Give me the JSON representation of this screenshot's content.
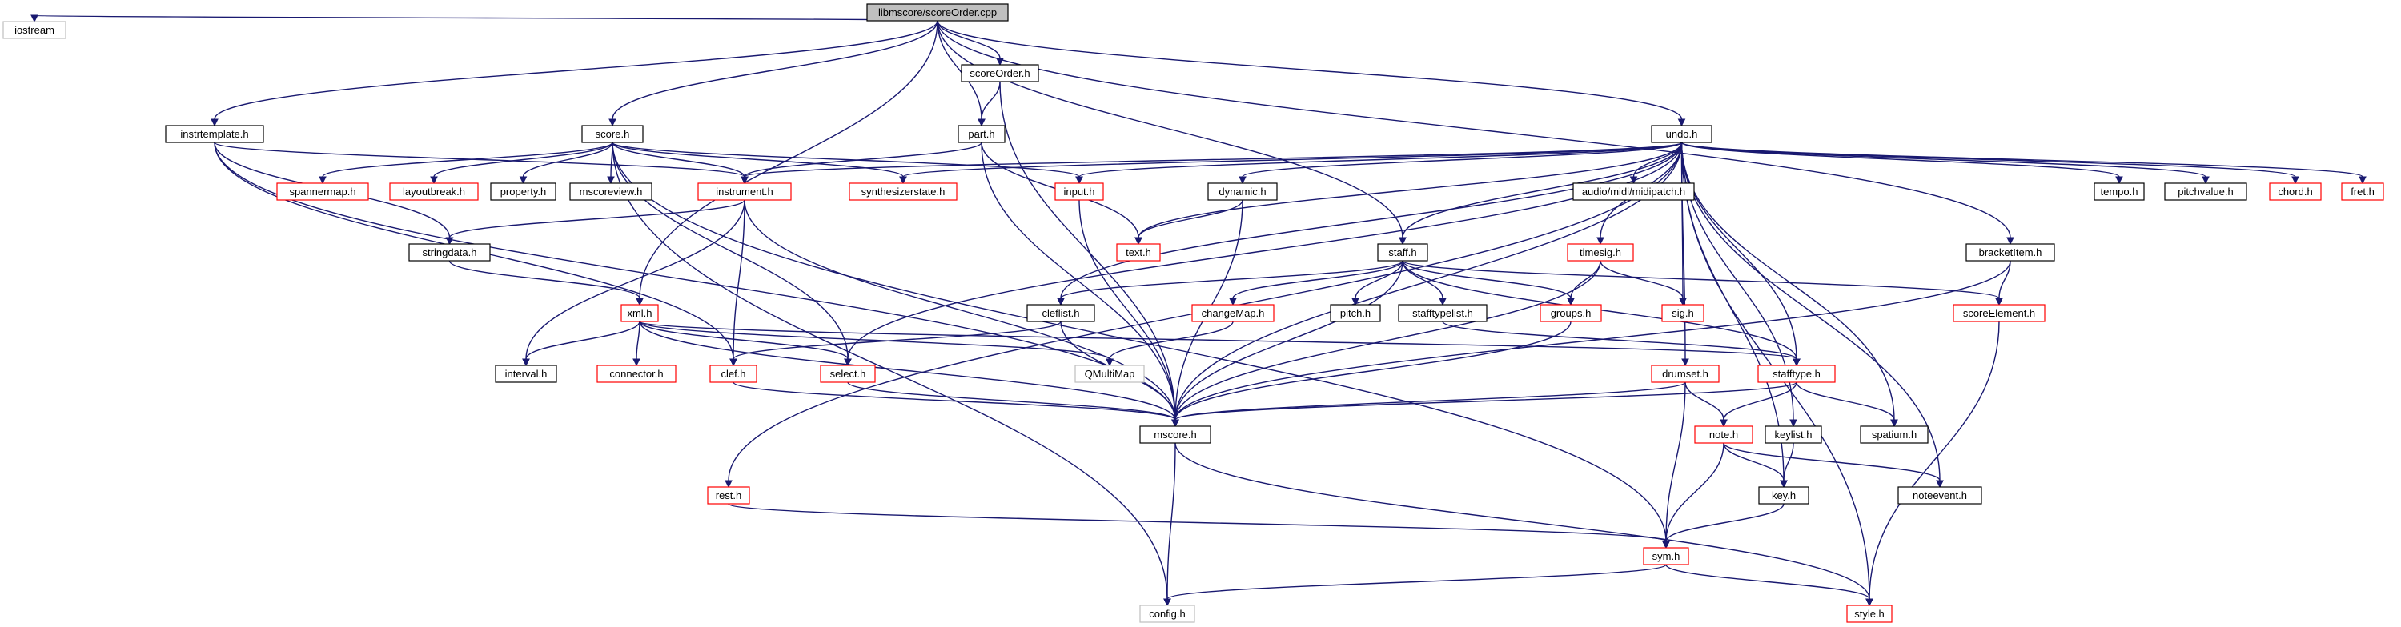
{
  "graph": {
    "nodes": [
      {
        "id": "root",
        "label": "libmscore/scoreOrder.cpp",
        "style": "root"
      },
      {
        "id": "iostream",
        "label": "iostream",
        "style": "gray"
      },
      {
        "id": "scoreOrder_h",
        "label": "scoreOrder.h",
        "style": "black"
      },
      {
        "id": "instrtemplate_h",
        "label": "instrtemplate.h",
        "style": "black"
      },
      {
        "id": "score_h",
        "label": "score.h",
        "style": "black"
      },
      {
        "id": "part_h",
        "label": "part.h",
        "style": "black"
      },
      {
        "id": "undo_h",
        "label": "undo.h",
        "style": "black"
      },
      {
        "id": "spannermap_h",
        "label": "spannermap.h",
        "style": "red"
      },
      {
        "id": "layoutbreak_h",
        "label": "layoutbreak.h",
        "style": "red"
      },
      {
        "id": "property_h",
        "label": "property.h",
        "style": "black"
      },
      {
        "id": "mscoreview_h",
        "label": "mscoreview.h",
        "style": "black"
      },
      {
        "id": "instrument_h",
        "label": "instrument.h",
        "style": "red"
      },
      {
        "id": "synthesizerstate_h",
        "label": "synthesizerstate.h",
        "style": "red"
      },
      {
        "id": "input_h",
        "label": "input.h",
        "style": "red"
      },
      {
        "id": "dynamic_h",
        "label": "dynamic.h",
        "style": "black"
      },
      {
        "id": "midipatch_h",
        "label": "audio/midi/midipatch.h",
        "style": "black"
      },
      {
        "id": "tempo_h",
        "label": "tempo.h",
        "style": "black"
      },
      {
        "id": "pitchvalue_h",
        "label": "pitchvalue.h",
        "style": "black"
      },
      {
        "id": "chord_h",
        "label": "chord.h",
        "style": "red"
      },
      {
        "id": "fret_h",
        "label": "fret.h",
        "style": "red"
      },
      {
        "id": "stringdata_h",
        "label": "stringdata.h",
        "style": "black"
      },
      {
        "id": "text_h",
        "label": "text.h",
        "style": "red"
      },
      {
        "id": "staff_h",
        "label": "staff.h",
        "style": "black"
      },
      {
        "id": "timesig_h",
        "label": "timesig.h",
        "style": "red"
      },
      {
        "id": "bracketitem_h",
        "label": "bracketItem.h",
        "style": "black"
      },
      {
        "id": "xml_h",
        "label": "xml.h",
        "style": "red"
      },
      {
        "id": "cleflist_h",
        "label": "cleflist.h",
        "style": "black"
      },
      {
        "id": "changemap_h",
        "label": "changeMap.h",
        "style": "red"
      },
      {
        "id": "pitch_h",
        "label": "pitch.h",
        "style": "black"
      },
      {
        "id": "stafftypelist_h",
        "label": "stafftypelist.h",
        "style": "black"
      },
      {
        "id": "groups_h",
        "label": "groups.h",
        "style": "red"
      },
      {
        "id": "sig_h",
        "label": "sig.h",
        "style": "red"
      },
      {
        "id": "scoreelement_h",
        "label": "scoreElement.h",
        "style": "red"
      },
      {
        "id": "interval_h",
        "label": "interval.h",
        "style": "black"
      },
      {
        "id": "connector_h",
        "label": "connector.h",
        "style": "red"
      },
      {
        "id": "clef_h",
        "label": "clef.h",
        "style": "red"
      },
      {
        "id": "select_h",
        "label": "select.h",
        "style": "red"
      },
      {
        "id": "qmultimap",
        "label": "QMultiMap",
        "style": "gray"
      },
      {
        "id": "drumset_h",
        "label": "drumset.h",
        "style": "red"
      },
      {
        "id": "stafftype_h",
        "label": "stafftype.h",
        "style": "red"
      },
      {
        "id": "mscore_h",
        "label": "mscore.h",
        "style": "black"
      },
      {
        "id": "note_h",
        "label": "note.h",
        "style": "red"
      },
      {
        "id": "keylist_h",
        "label": "keylist.h",
        "style": "black"
      },
      {
        "id": "spatium_h",
        "label": "spatium.h",
        "style": "black"
      },
      {
        "id": "rest_h",
        "label": "rest.h",
        "style": "red"
      },
      {
        "id": "key_h",
        "label": "key.h",
        "style": "black"
      },
      {
        "id": "noteevent_h",
        "label": "noteevent.h",
        "style": "black"
      },
      {
        "id": "sym_h",
        "label": "sym.h",
        "style": "red"
      },
      {
        "id": "config_h",
        "label": "config.h",
        "style": "gray"
      },
      {
        "id": "style_h",
        "label": "style.h",
        "style": "red"
      }
    ],
    "edges": [
      [
        "root",
        "iostream"
      ],
      [
        "root",
        "scoreOrder_h"
      ],
      [
        "root",
        "instrtemplate_h"
      ],
      [
        "root",
        "score_h"
      ],
      [
        "root",
        "part_h"
      ],
      [
        "root",
        "undo_h"
      ],
      [
        "root",
        "xml_h"
      ],
      [
        "root",
        "staff_h"
      ],
      [
        "root",
        "bracketitem_h"
      ],
      [
        "scoreOrder_h",
        "part_h"
      ],
      [
        "scoreOrder_h",
        "mscore_h"
      ],
      [
        "instrtemplate_h",
        "instrument_h"
      ],
      [
        "instrtemplate_h",
        "stringdata_h"
      ],
      [
        "instrtemplate_h",
        "clef_h"
      ],
      [
        "instrtemplate_h",
        "mscore_h"
      ],
      [
        "score_h",
        "spannermap_h"
      ],
      [
        "score_h",
        "layoutbreak_h"
      ],
      [
        "score_h",
        "property_h"
      ],
      [
        "score_h",
        "mscoreview_h"
      ],
      [
        "score_h",
        "instrument_h"
      ],
      [
        "score_h",
        "synthesizerstate_h"
      ],
      [
        "score_h",
        "input_h"
      ],
      [
        "score_h",
        "select_h"
      ],
      [
        "score_h",
        "sym_h"
      ],
      [
        "score_h",
        "config_h"
      ],
      [
        "part_h",
        "instrument_h"
      ],
      [
        "part_h",
        "text_h"
      ],
      [
        "part_h",
        "mscore_h"
      ],
      [
        "undo_h",
        "instrument_h"
      ],
      [
        "undo_h",
        "synthesizerstate_h"
      ],
      [
        "undo_h",
        "input_h"
      ],
      [
        "undo_h",
        "dynamic_h"
      ],
      [
        "undo_h",
        "midipatch_h"
      ],
      [
        "undo_h",
        "tempo_h"
      ],
      [
        "undo_h",
        "pitchvalue_h"
      ],
      [
        "undo_h",
        "chord_h"
      ],
      [
        "undo_h",
        "fret_h"
      ],
      [
        "undo_h",
        "text_h"
      ],
      [
        "undo_h",
        "staff_h"
      ],
      [
        "undo_h",
        "timesig_h"
      ],
      [
        "undo_h",
        "sig_h"
      ],
      [
        "undo_h",
        "cleflist_h"
      ],
      [
        "undo_h",
        "select_h"
      ],
      [
        "undo_h",
        "mscore_h"
      ],
      [
        "undo_h",
        "drumset_h"
      ],
      [
        "undo_h",
        "stafftype_h"
      ],
      [
        "undo_h",
        "keylist_h"
      ],
      [
        "undo_h",
        "spatium_h"
      ],
      [
        "undo_h",
        "key_h"
      ],
      [
        "undo_h",
        "noteevent_h"
      ],
      [
        "undo_h",
        "style_h"
      ],
      [
        "undo_h",
        "rest_h"
      ],
      [
        "instrument_h",
        "stringdata_h"
      ],
      [
        "instrument_h",
        "interval_h"
      ],
      [
        "instrument_h",
        "clef_h"
      ],
      [
        "instrument_h",
        "mscore_h"
      ],
      [
        "input_h",
        "mscore_h"
      ],
      [
        "dynamic_h",
        "text_h"
      ],
      [
        "dynamic_h",
        "mscore_h"
      ],
      [
        "stringdata_h",
        "xml_h"
      ],
      [
        "staff_h",
        "cleflist_h"
      ],
      [
        "staff_h",
        "changemap_h"
      ],
      [
        "staff_h",
        "pitch_h"
      ],
      [
        "staff_h",
        "stafftypelist_h"
      ],
      [
        "staff_h",
        "groups_h"
      ],
      [
        "staff_h",
        "scoreelement_h"
      ],
      [
        "staff_h",
        "mscore_h"
      ],
      [
        "staff_h",
        "stafftype_h"
      ],
      [
        "timesig_h",
        "groups_h"
      ],
      [
        "timesig_h",
        "sig_h"
      ],
      [
        "timesig_h",
        "mscore_h"
      ],
      [
        "bracketitem_h",
        "scoreelement_h"
      ],
      [
        "bracketitem_h",
        "mscore_h"
      ],
      [
        "xml_h",
        "interval_h"
      ],
      [
        "xml_h",
        "connector_h"
      ],
      [
        "xml_h",
        "select_h"
      ],
      [
        "xml_h",
        "qmultimap"
      ],
      [
        "xml_h",
        "stafftype_h"
      ],
      [
        "xml_h",
        "mscore_h"
      ],
      [
        "cleflist_h",
        "clef_h"
      ],
      [
        "cleflist_h",
        "mscore_h"
      ],
      [
        "changemap_h",
        "qmultimap"
      ],
      [
        "stafftypelist_h",
        "stafftype_h"
      ],
      [
        "groups_h",
        "mscore_h"
      ],
      [
        "scoreelement_h",
        "style_h"
      ],
      [
        "clef_h",
        "mscore_h"
      ],
      [
        "select_h",
        "mscore_h"
      ],
      [
        "drumset_h",
        "mscore_h"
      ],
      [
        "drumset_h",
        "note_h"
      ],
      [
        "drumset_h",
        "sym_h"
      ],
      [
        "stafftype_h",
        "mscore_h"
      ],
      [
        "stafftype_h",
        "note_h"
      ],
      [
        "stafftype_h",
        "spatium_h"
      ],
      [
        "mscore_h",
        "config_h"
      ],
      [
        "mscore_h",
        "style_h"
      ],
      [
        "note_h",
        "key_h"
      ],
      [
        "note_h",
        "noteevent_h"
      ],
      [
        "note_h",
        "sym_h"
      ],
      [
        "keylist_h",
        "key_h"
      ],
      [
        "key_h",
        "sym_h"
      ],
      [
        "rest_h",
        "sym_h"
      ],
      [
        "sym_h",
        "config_h"
      ],
      [
        "sym_h",
        "style_h"
      ]
    ]
  }
}
